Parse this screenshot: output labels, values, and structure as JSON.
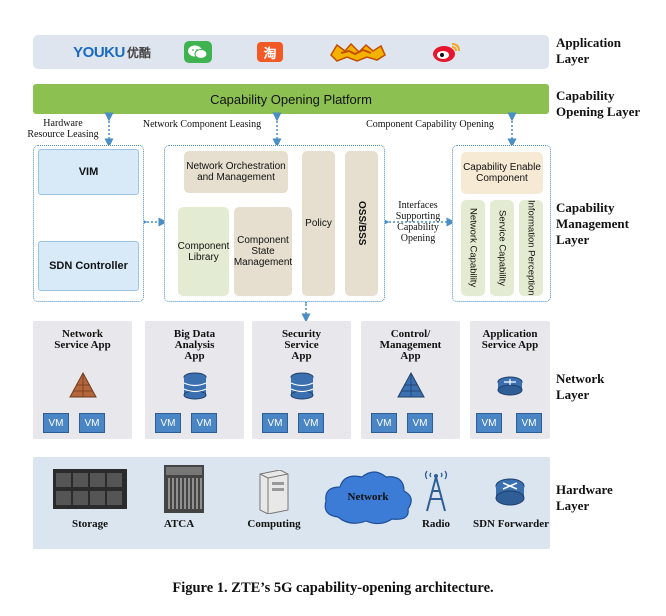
{
  "layers": {
    "application": "Application\nLayer",
    "capability_opening": "Capability\nOpening Layer",
    "capability_management": "Capability\nManagement\nLayer",
    "network": "Network\nLayer",
    "hardware": "Hardware\nLayer"
  },
  "apps": {
    "youku": "YOUKU",
    "youku_cn": "优酷",
    "taobao": "淘"
  },
  "platform": "Capability Opening Platform",
  "leasing": {
    "hardware": "Hardware\nResource Leasing",
    "network_component": "Network Component Leasing",
    "component_capability": "Component Capability Opening"
  },
  "management": {
    "vim": "VIM",
    "sdn_controller": "SDN Controller",
    "orchestration": "Network Orchestration\nand Management",
    "component_library": "Component\nLibrary",
    "component_state": "Component\nState\nManagement",
    "policy": "Policy",
    "oss_bss": "OSS/BSS",
    "interfaces": "Interfaces\nSupporting\nCapability\nOpening",
    "capability_enable": "Capability Enable\nComponent",
    "network_capability": "Network Capability",
    "service_capability": "Service Capability",
    "information_perception": "Information Perception"
  },
  "network_apps": [
    {
      "title": "Network\nService App",
      "vm1": "VM",
      "vm2": "VM",
      "icon": "pyramid-icon"
    },
    {
      "title": "Big Data\nAnalysis\nApp",
      "vm1": "VM",
      "vm2": "VM",
      "icon": "database-icon"
    },
    {
      "title": "Security\nService\nApp",
      "vm1": "VM",
      "vm2": "VM",
      "icon": "database-icon"
    },
    {
      "title": "Control/\nManagement\nApp",
      "vm1": "VM",
      "vm2": "VM",
      "icon": "pyramid-icon"
    },
    {
      "title": "Application\nService App",
      "vm1": "VM",
      "vm2": "VM",
      "icon": "router-icon"
    }
  ],
  "hardware": {
    "storage": "Storage",
    "atca": "ATCA",
    "computing": "Computing",
    "network": "Network",
    "radio": "Radio",
    "sdn_forwarder": "SDN Forwarder"
  },
  "caption": "Figure 1. ZTE’s 5G capability-opening architecture."
}
